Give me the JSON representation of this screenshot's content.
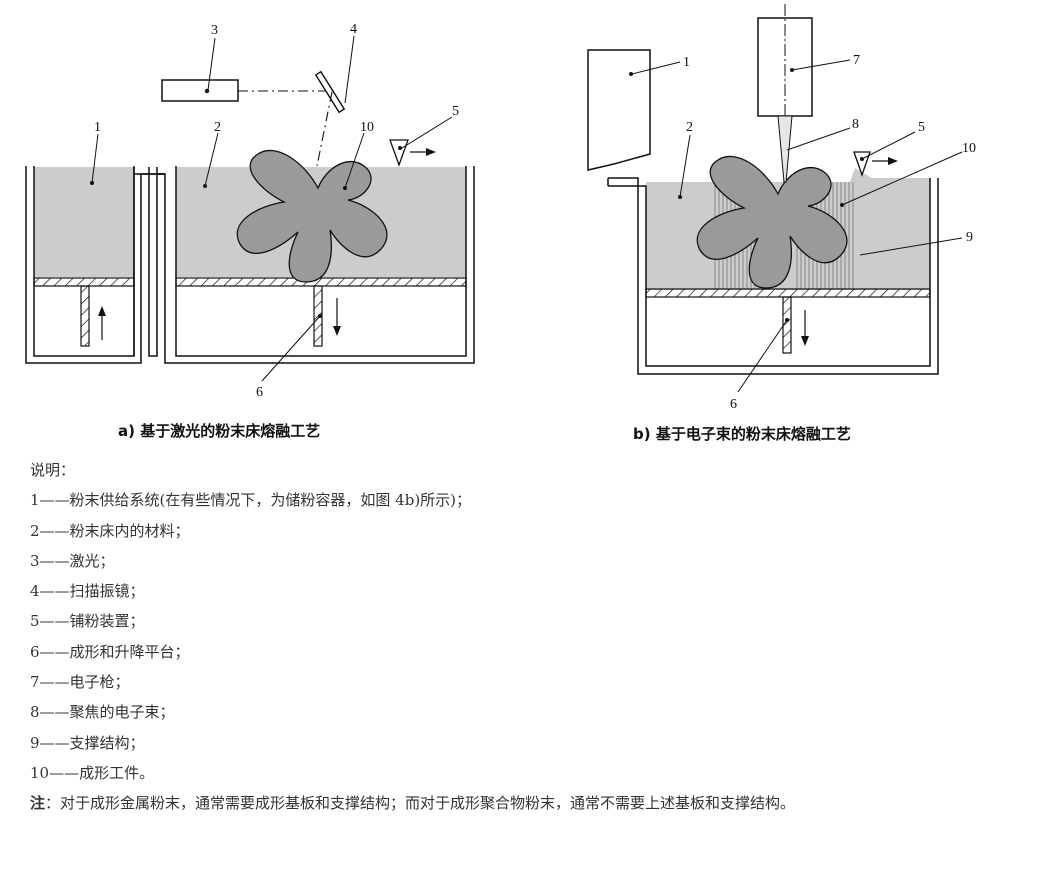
{
  "labels": {
    "a": [
      "1",
      "2",
      "3",
      "4",
      "5",
      "6",
      "10"
    ],
    "b": [
      "1",
      "2",
      "5",
      "6",
      "7",
      "8",
      "9",
      "10"
    ]
  },
  "captions": {
    "a": "a)  基于激光的粉末床熔融工艺",
    "b": "b)  基于电子束的粉末床熔融工艺"
  },
  "legend": {
    "title": "说明：",
    "items": [
      {
        "num": "1",
        "text": "粉末供给系统(在有些情况下，为储粉容器，如图 4b)所示)；"
      },
      {
        "num": "2",
        "text": "粉末床内的材料；"
      },
      {
        "num": "3",
        "text": "激光；"
      },
      {
        "num": "4",
        "text": "扫描振镜；"
      },
      {
        "num": "5",
        "text": "铺粉装置；"
      },
      {
        "num": "6",
        "text": "成形和升降平台；"
      },
      {
        "num": "7",
        "text": "电子枪；"
      },
      {
        "num": "8",
        "text": "聚焦的电子束；"
      },
      {
        "num": "9",
        "text": "支撑结构；"
      },
      {
        "num": "10",
        "text": "成形工件。"
      }
    ],
    "dash": "——",
    "note_label": "注",
    "note_text": "：对于成形金属粉末，通常需要成形基板和支撑结构；而对于成形聚合物粉末，通常不需要上述基板和支撑结构。"
  },
  "colors": {
    "powder": "#cccccc",
    "part": "#9a9a9a",
    "line": "#111111"
  }
}
